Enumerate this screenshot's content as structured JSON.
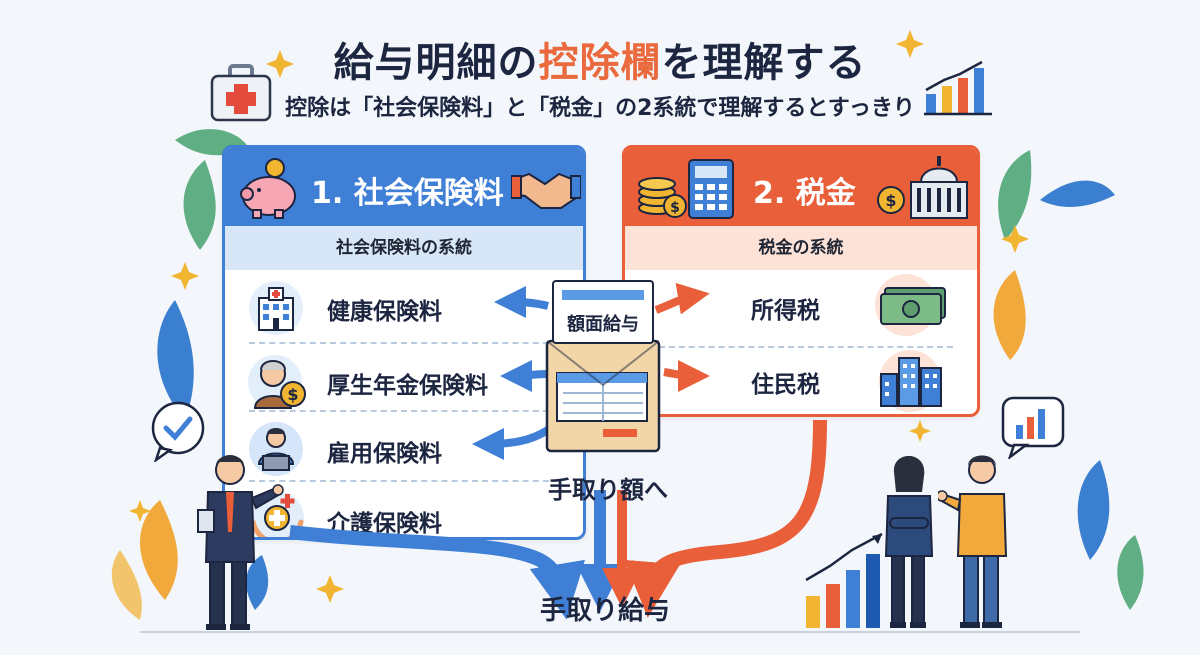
{
  "title": {
    "prefix": "給与明細の",
    "accent": "控除欄",
    "suffix": "を理解する"
  },
  "subtitle": "控除は「社会保険料」と「税金」の2系統で理解するとすっきり",
  "left_panel": {
    "heading": "1. 社会保険料",
    "subheading": "社会保険料の系統",
    "items": [
      {
        "label": "健康保険料",
        "icon": "hospital-icon"
      },
      {
        "label": "厚生年金保険料",
        "icon": "pension-elder-icon"
      },
      {
        "label": "雇用保険料",
        "icon": "worker-laptop-icon"
      },
      {
        "label": "介護保険料",
        "icon": "care-hands-icon"
      }
    ]
  },
  "right_panel": {
    "heading": "2. 税金",
    "subheading": "税金の系統",
    "items": [
      {
        "label": "所得税",
        "icon": "banknotes-icon"
      },
      {
        "label": "住民税",
        "icon": "city-buildings-icon"
      }
    ]
  },
  "center": {
    "paper_label": "額面給与",
    "flow_label": "手取り額へ",
    "result_label": "手取り給与"
  },
  "colors": {
    "blue": "#3f7fd6",
    "orange": "#e85f3a",
    "navy": "#1d2640"
  }
}
